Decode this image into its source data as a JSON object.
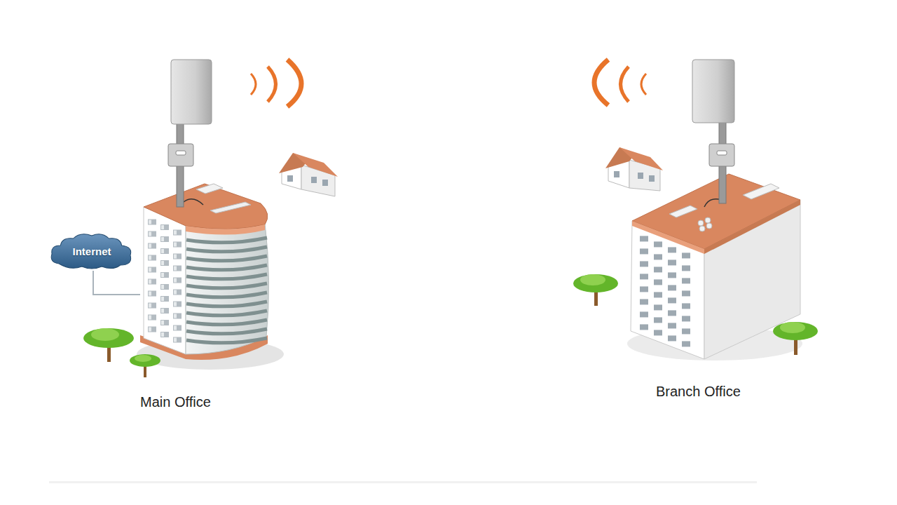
{
  "diagram": {
    "nodes": [
      {
        "text": [
          "Internet"
        ]
      },
      {
        "text": [
          "Main Office"
        ]
      },
      {
        "text": [
          "Branch Office"
        ]
      }
    ],
    "edges": [
      {
        "from": 0,
        "to": 1,
        "arrow": "none"
      }
    ]
  }
}
